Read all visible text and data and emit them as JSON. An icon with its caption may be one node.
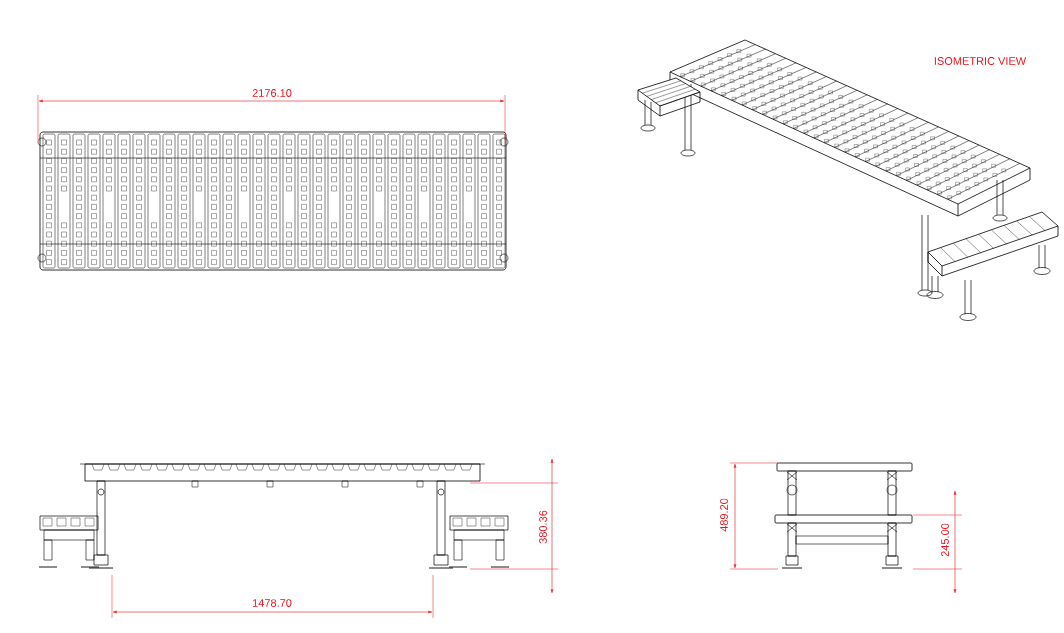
{
  "diagram": {
    "labels": [
      "ISOMETRIC VIEW",
      "2176.10",
      "489.20",
      "380.36",
      "245.00",
      "1478.70"
    ]
  }
}
